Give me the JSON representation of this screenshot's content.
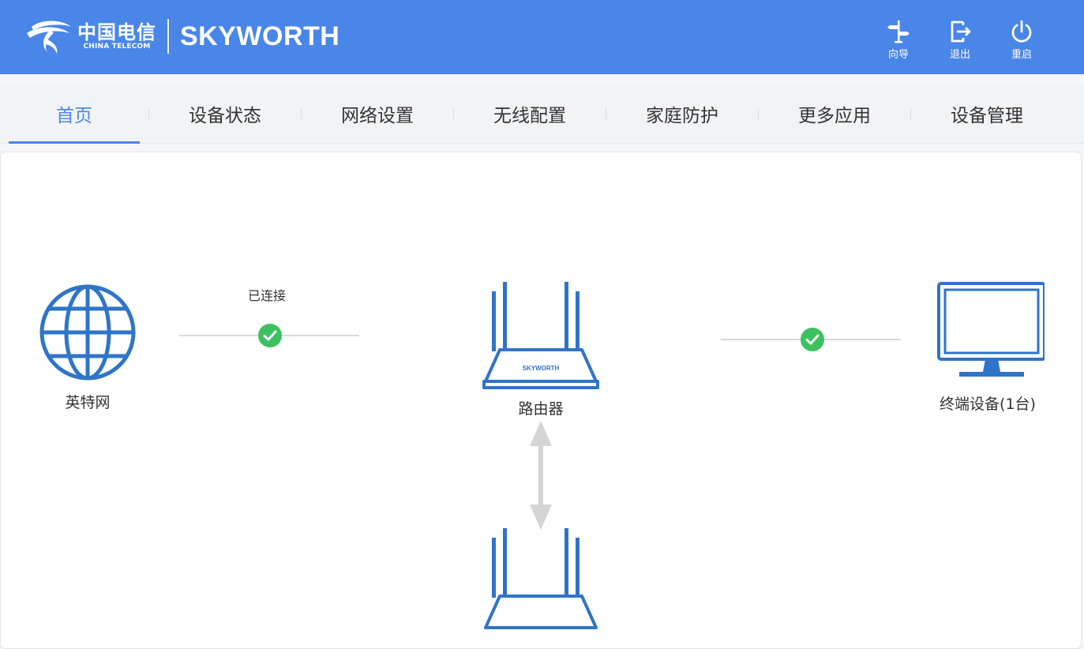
{
  "header": {
    "brand_cn": "中国电信",
    "brand_en": "CHINA TELECOM",
    "brand_name": "SKYWORTH",
    "actions": [
      {
        "label": "向导",
        "icon": "signpost-icon"
      },
      {
        "label": "退出",
        "icon": "logout-icon"
      },
      {
        "label": "重启",
        "icon": "power-icon"
      }
    ]
  },
  "nav": {
    "active_index": 0,
    "items": [
      {
        "label": "首页"
      },
      {
        "label": "设备状态"
      },
      {
        "label": "网络设置"
      },
      {
        "label": "无线配置"
      },
      {
        "label": "家庭防护"
      },
      {
        "label": "更多应用"
      },
      {
        "label": "设备管理"
      }
    ]
  },
  "topology": {
    "internet_label": "英特网",
    "internet_status": "已连接",
    "router_label": "路由器",
    "router_brand": "SKYWORTH",
    "terminal_label": "终端设备(1台)",
    "colors": {
      "device_blue": "#2f74c8",
      "check_green": "#3dc160",
      "line_gray": "#d9d9d9",
      "arrow_gray": "#d4d4d4"
    }
  }
}
